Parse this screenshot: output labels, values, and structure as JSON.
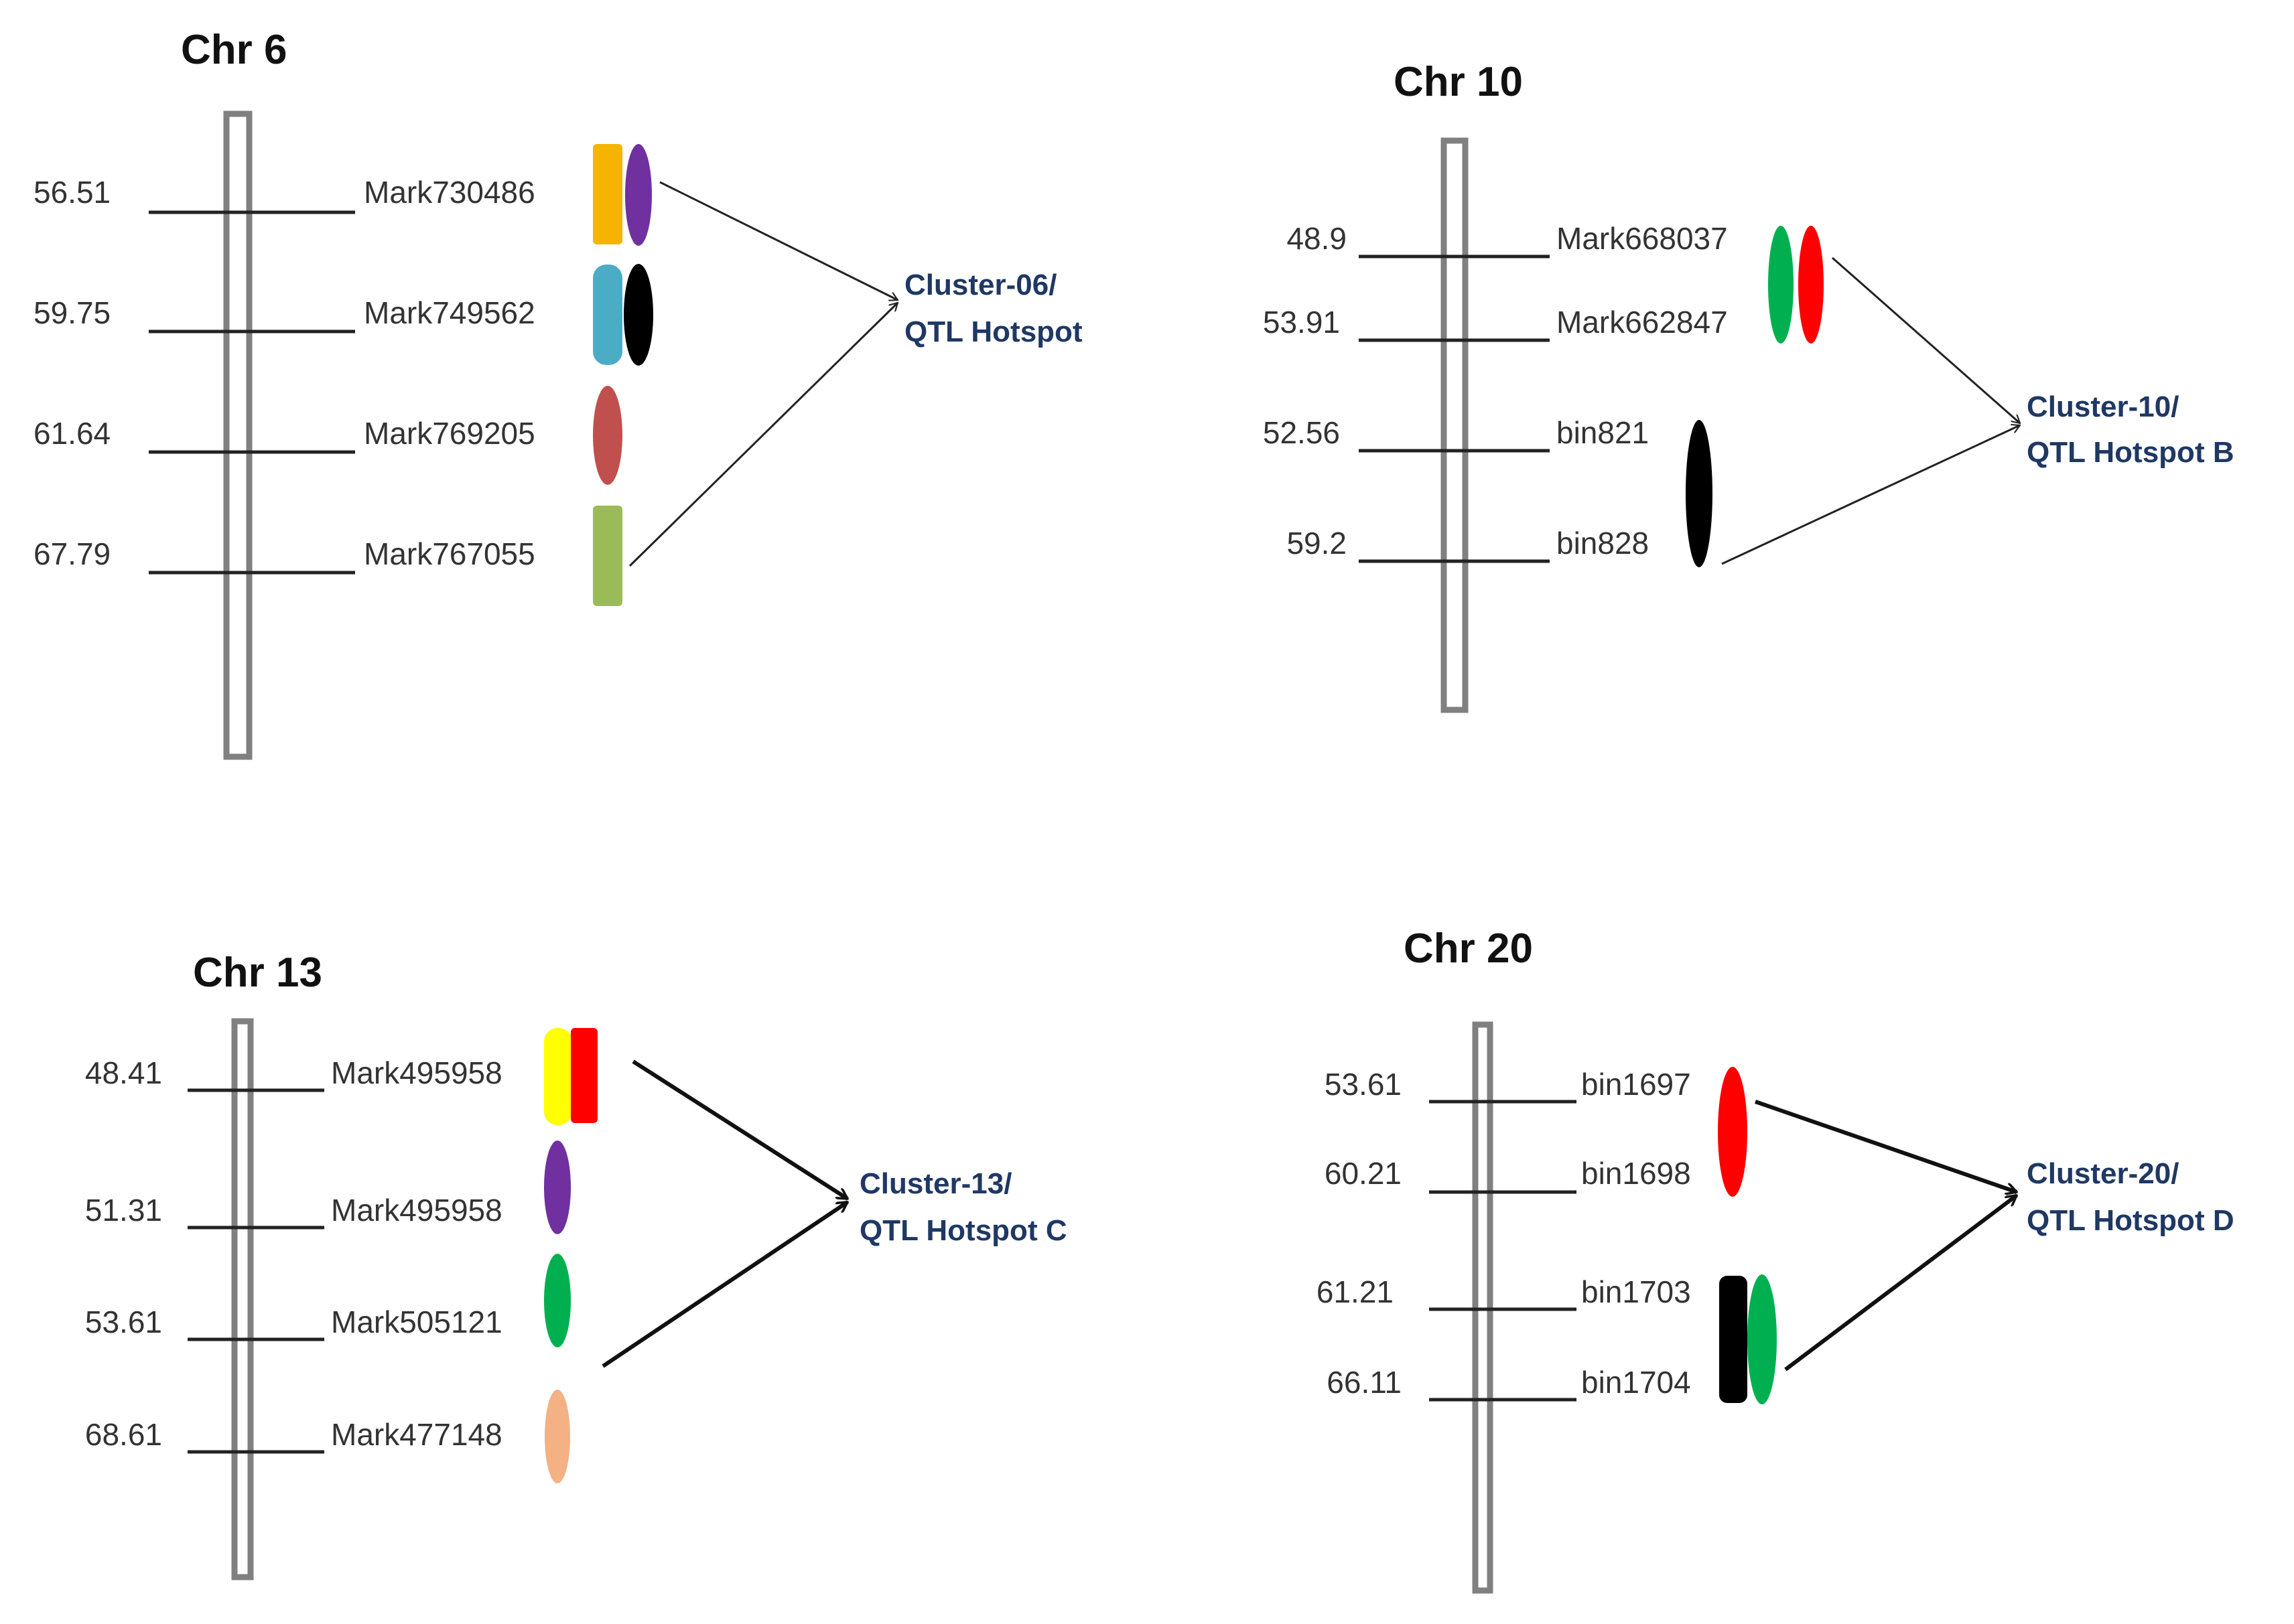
{
  "panels": [
    {
      "id": "chr6",
      "title": "Chr 6",
      "markers": [
        {
          "pos": "56.51",
          "name": "Mark730486"
        },
        {
          "pos": "59.75",
          "name": "Mark749562"
        },
        {
          "pos": "61.64",
          "name": "Mark769205"
        },
        {
          "pos": "67.79",
          "name": "Mark767055"
        }
      ],
      "hotspot": {
        "line1": "Cluster-06/",
        "line2": "QTL Hotspot"
      },
      "qtl_colors": [
        "#f5b400",
        "#7030a0",
        "#4bacc6",
        "#000000",
        "#c0504d",
        "#9bbb59"
      ]
    },
    {
      "id": "chr10",
      "title": "Chr 10",
      "markers": [
        {
          "pos": "48.9",
          "name": "Mark668037"
        },
        {
          "pos": "53.91",
          "name": "Mark662847"
        },
        {
          "pos": "52.56",
          "name": "bin821"
        },
        {
          "pos": "59.2",
          "name": "bin828"
        }
      ],
      "hotspot": {
        "line1": "Cluster-10/",
        "line2": "QTL Hotspot B"
      },
      "qtl_colors": [
        "#00b050",
        "#ff0000",
        "#000000"
      ]
    },
    {
      "id": "chr13",
      "title": "Chr 13",
      "markers": [
        {
          "pos": "48.41",
          "name": "Mark495958"
        },
        {
          "pos": "51.31",
          "name": "Mark495958"
        },
        {
          "pos": "53.61",
          "name": "Mark505121"
        },
        {
          "pos": "68.61",
          "name": "Mark477148"
        }
      ],
      "hotspot": {
        "line1": "Cluster-13/",
        "line2": "QTL Hotspot C"
      },
      "qtl_colors": [
        "#ffff00",
        "#ff0000",
        "#7030a0",
        "#00b050",
        "#f4b183"
      ]
    },
    {
      "id": "chr20",
      "title": "Chr 20",
      "markers": [
        {
          "pos": "53.61",
          "name": "bin1697"
        },
        {
          "pos": "60.21",
          "name": "bin1698"
        },
        {
          "pos": "61.21",
          "name": "bin1703"
        },
        {
          "pos": "66.11",
          "name": "bin1704"
        }
      ],
      "hotspot": {
        "line1": "Cluster-20/",
        "line2": "QTL Hotspot D"
      },
      "qtl_colors": [
        "#ff0000",
        "#000000",
        "#00b050"
      ]
    }
  ]
}
